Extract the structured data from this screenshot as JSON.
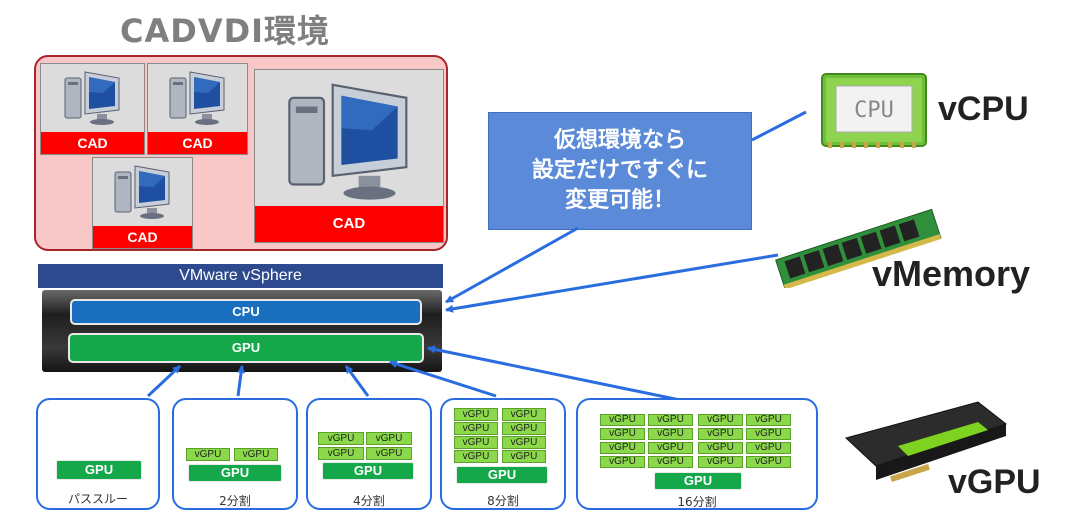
{
  "title": "CADVDI環境",
  "vms": [
    "CAD",
    "CAD",
    "CAD",
    "CAD"
  ],
  "platform": "VMware vSphere",
  "cpu_label": "CPU",
  "gpu_label": "GPU",
  "callout": {
    "line1": "仮想環境なら",
    "line2": "設定だけですぐに",
    "line3": "変更可能！"
  },
  "resources": {
    "vcpu": "vCPU",
    "vmemory": "vMemory",
    "vgpu": "vGPU",
    "chip_text": "CPU"
  },
  "modes": [
    {
      "caption": "パススルー",
      "gpu": "GPU"
    },
    {
      "caption": "2分割",
      "gpu": "GPU"
    },
    {
      "caption": "4分割",
      "gpu": "GPU"
    },
    {
      "caption": "8分割",
      "gpu": "GPU"
    },
    {
      "caption": "16分割",
      "gpu": "GPU"
    }
  ],
  "vgpu_label": "vGPU",
  "colors": {
    "accent_blue": "#2a6de0",
    "gpu_green": "#14a84a",
    "vgpu_green": "#8bd94a",
    "cad_red": "#ff0000"
  }
}
